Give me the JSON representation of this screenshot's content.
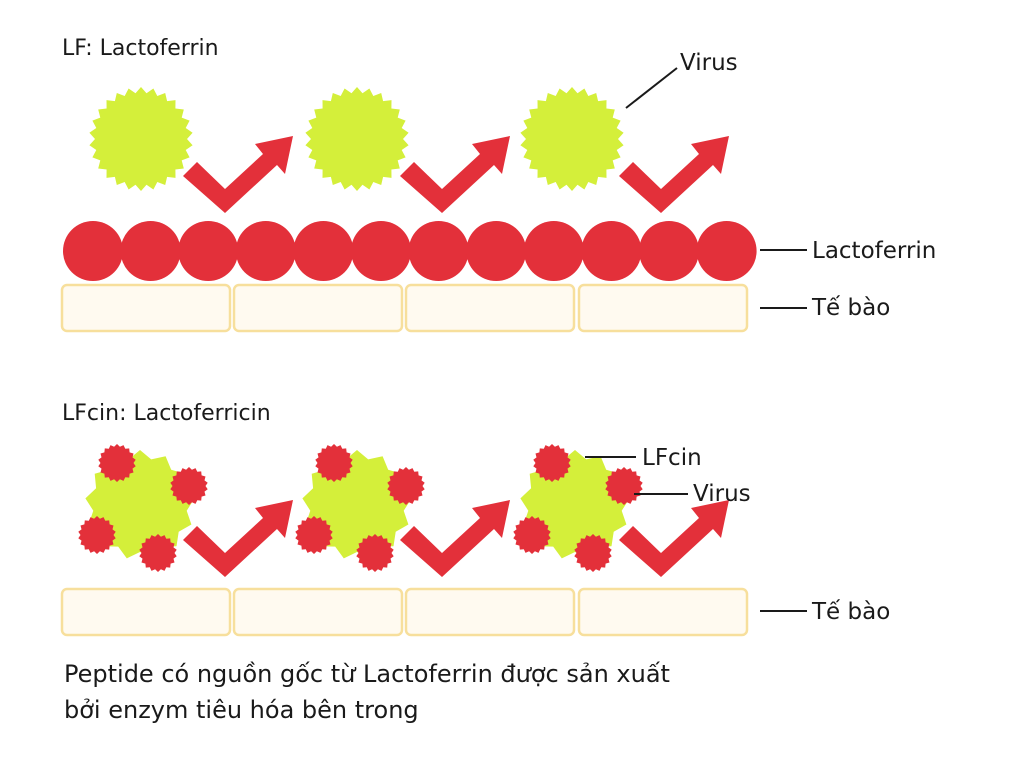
{
  "top_section": {
    "title": "LF: Lactoferrin",
    "label_virus": "Virus",
    "label_lactoferrin": "Lactoferrin",
    "label_cell": "Tế bào"
  },
  "bottom_section": {
    "title": "LFcin: Lactoferricin",
    "label_lfcin": "LFcin",
    "label_virus": "Virus",
    "label_cell": "Tế bào"
  },
  "caption": {
    "line1": "Peptide có nguồn gốc từ Lactoferrin được sản xuất",
    "line2": "bởi enzym tiêu hóa bên trong"
  },
  "colors": {
    "virus": "#d4ef3a",
    "lactoferrin": "#e3303a",
    "arrow": "#e3303a",
    "cell_fill": "#fffaf0",
    "cell_stroke": "#f7df9c",
    "text": "#1a1a1a"
  }
}
